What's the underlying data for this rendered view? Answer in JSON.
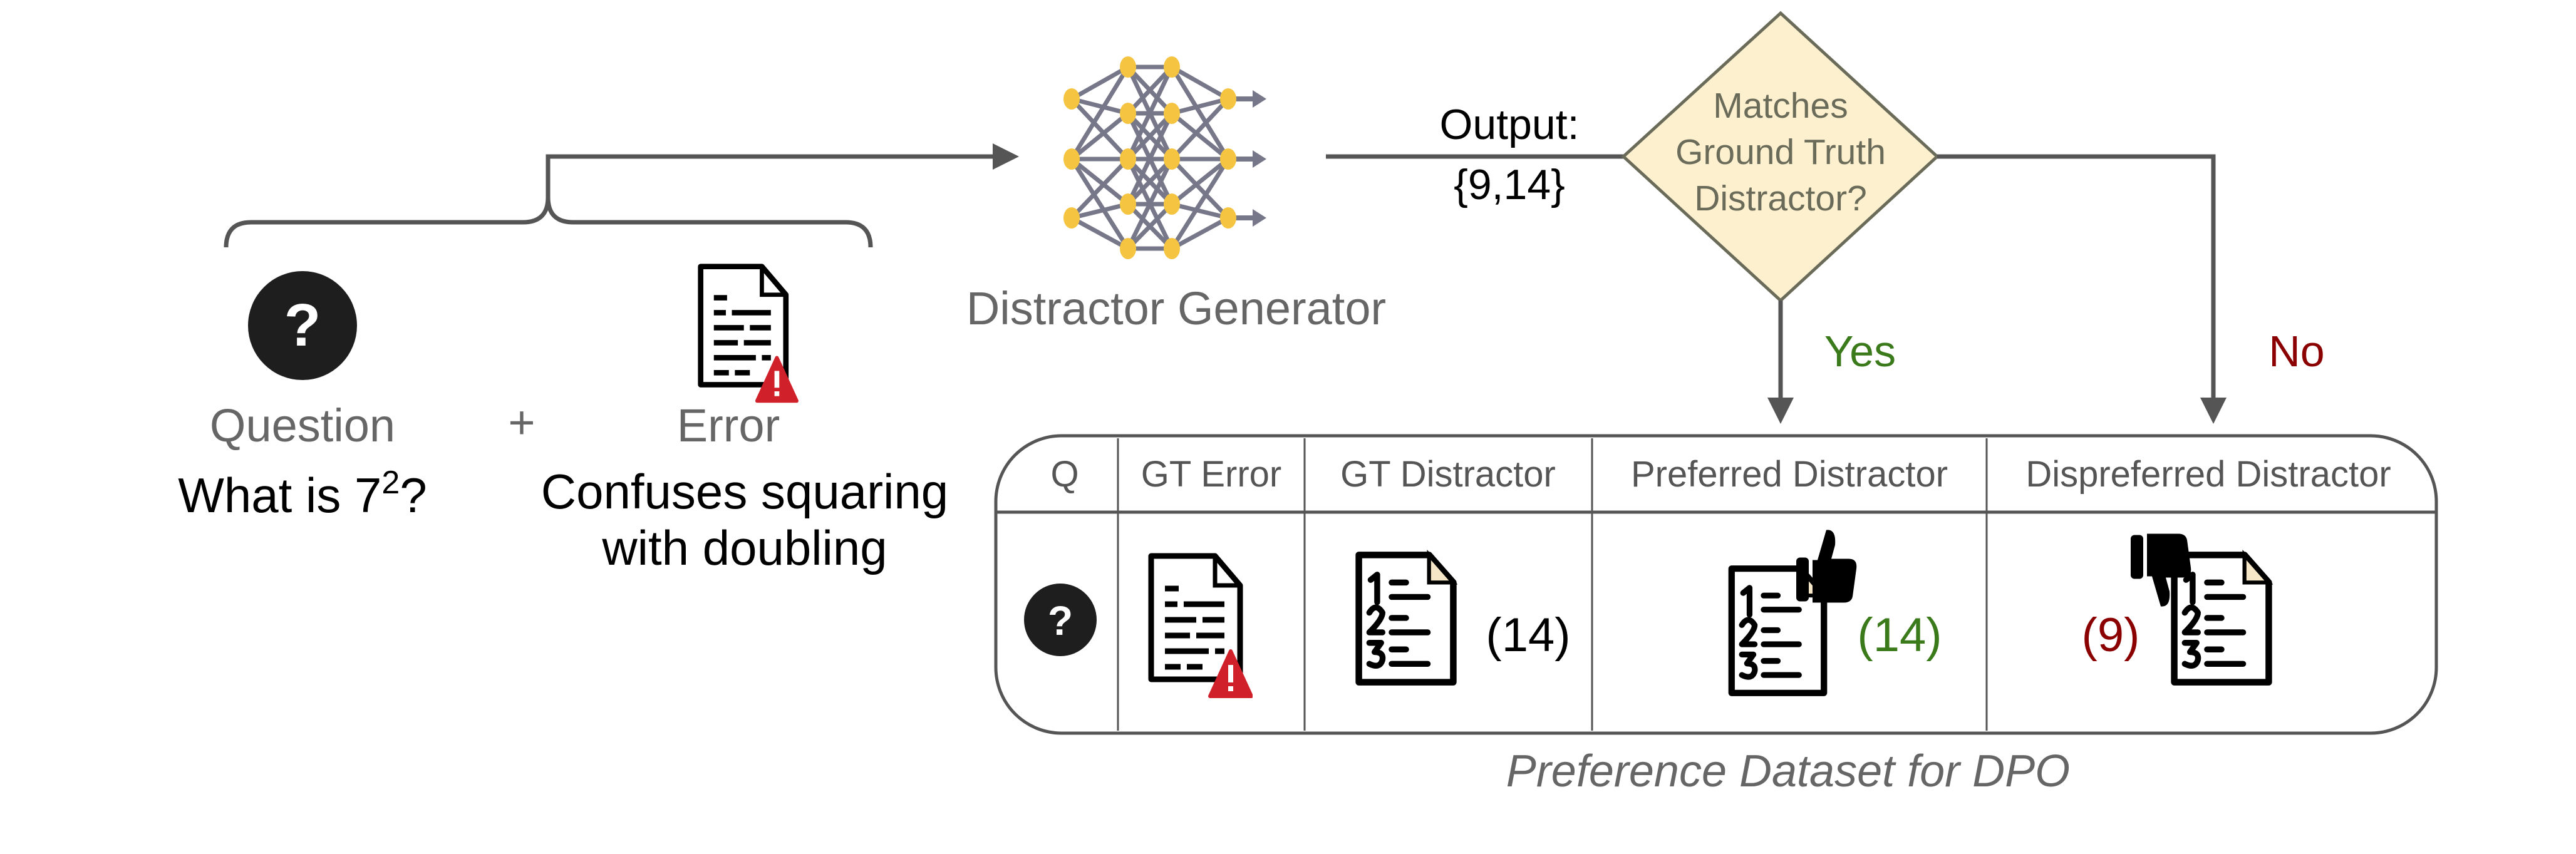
{
  "inputs": {
    "question_label": "Question",
    "question_text": "What is 7",
    "question_sup": "2",
    "question_end": "?",
    "plus": "+",
    "error_label": "Error",
    "error_text_line1": "Confuses squaring",
    "error_text_line2": "with doubling"
  },
  "generator": {
    "label": "Distractor Generator"
  },
  "output": {
    "label": "Output:",
    "value": "{9,14}"
  },
  "decision": {
    "lines": [
      "Matches",
      "Ground Truth",
      "Distractor?"
    ],
    "yes": "Yes",
    "no": "No"
  },
  "table": {
    "headers": [
      "Q",
      "GT Error",
      "GT Distractor",
      "Preferred Distractor",
      "Dispreferred Distractor"
    ],
    "gt_distractor_value": "(14)",
    "preferred_value": "(14)",
    "dispreferred_value": "(9)",
    "caption": "Preference Dataset for DPO"
  },
  "colors": {
    "yes": "#3a7a1a",
    "no": "#8b0000",
    "diamond_fill": "#fdf0cf",
    "node": "#f5c542",
    "edge": "#77778a",
    "warning": "#d0202a"
  }
}
